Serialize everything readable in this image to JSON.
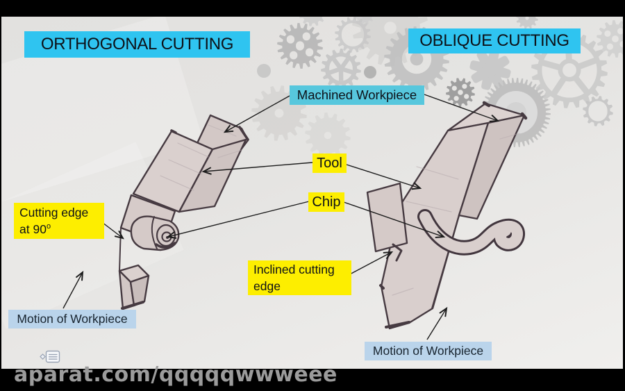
{
  "slide": {
    "title_left": "ORTHOGONAL CUTTING",
    "title_right": "OBLIQUE CUTTING",
    "callouts": {
      "machined_workpiece": "Machined Workpiece",
      "tool": "Tool",
      "chip": "Chip",
      "cutting_edge_line1": "Cutting edge",
      "cutting_edge_line2": "at 90",
      "cutting_edge_sup": "o",
      "inclined_line1": "Inclined cutting",
      "inclined_line2": "edge",
      "motion_workpiece_left": "Motion of Workpiece",
      "motion_workpiece_right": "Motion of Workpiece"
    },
    "colors": {
      "title_bg": "#2fc4f0",
      "callout_cyan": "#57c7dd",
      "callout_yellow": "#fdee00",
      "callout_blue": "#bad4eb",
      "background": "#e4e2e1",
      "letterbox": "#000000",
      "watermark_text": "#9b9b9b",
      "sketch_fill": "#d9cfcd",
      "sketch_stroke": "#463a41",
      "gear": "#bdbdbd"
    },
    "icons": {
      "gears": "gear-icon",
      "turbine": "turbine-gear-icon",
      "note": "list-note-icon"
    }
  },
  "watermark": "aparat.com/qqqqqwwweee"
}
